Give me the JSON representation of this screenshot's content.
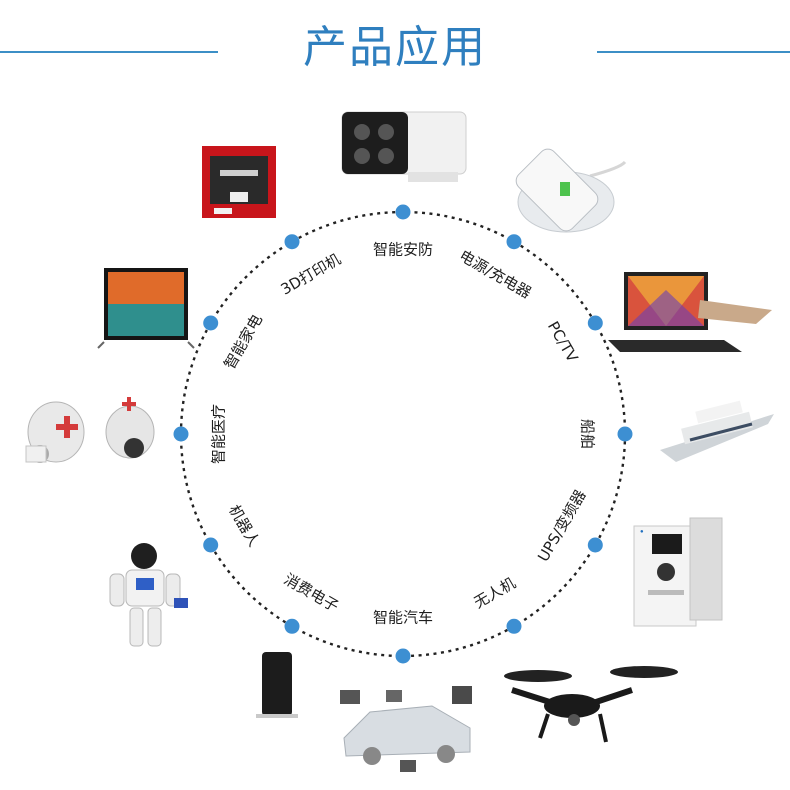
{
  "title": "产品应用",
  "colors": {
    "accent": "#3c8fc6",
    "dot": "#3d8fd2",
    "ring": "#222222",
    "title": "#2f7fbf"
  },
  "applications": [
    {
      "label": "智能安防",
      "icon": "security-camera-icon"
    },
    {
      "label": "电源/充电器",
      "icon": "wireless-charger-icon"
    },
    {
      "label": "PC/TV",
      "icon": "laptop-icon"
    },
    {
      "label": "船舶",
      "icon": "ship-icon"
    },
    {
      "label": "UPS/变频器",
      "icon": "inverter-icon"
    },
    {
      "label": "无人机",
      "icon": "drone-icon"
    },
    {
      "label": "智能汽车",
      "icon": "smart-car-icon"
    },
    {
      "label": "消费电子",
      "icon": "speaker-icon"
    },
    {
      "label": "机器人",
      "icon": "robot-icon"
    },
    {
      "label": "智能医疗",
      "icon": "medical-robot-icon"
    },
    {
      "label": "智能家电",
      "icon": "tv-icon"
    },
    {
      "label": "3D打印机",
      "icon": "3d-printer-icon"
    }
  ]
}
